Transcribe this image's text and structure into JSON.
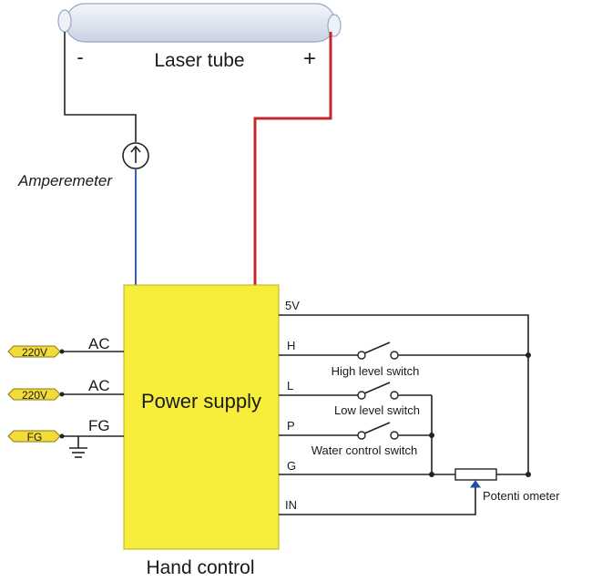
{
  "laser_tube": {
    "label": "Laser tube",
    "minus": "-",
    "plus": "+"
  },
  "amperemeter": {
    "label": "Amperemeter"
  },
  "power_supply": {
    "label": "Power supply"
  },
  "inputs": [
    {
      "tag": "220V",
      "terminal": "AC"
    },
    {
      "tag": "220V",
      "terminal": "AC"
    },
    {
      "tag": "FG",
      "terminal": "FG"
    }
  ],
  "outputs": {
    "v5": "5V",
    "h": "H",
    "l": "L",
    "p": "P",
    "g": "G",
    "in": "IN"
  },
  "switches": {
    "high": "High level switch",
    "low": "Low level switch",
    "water": "Water control switch"
  },
  "potentiometer": {
    "label": "Potenti ometer"
  },
  "footer": {
    "label": "Hand control"
  },
  "colors": {
    "supply_fill": "#f7ee3c",
    "tag_fill": "#f3dc3a",
    "tube_fill": "#e6ebf5",
    "wire_positive": "#c0282e",
    "wire_negative": "#1f4fa8"
  },
  "icons": {
    "ground": "ground-icon",
    "arrow": "arrow-up-icon"
  }
}
